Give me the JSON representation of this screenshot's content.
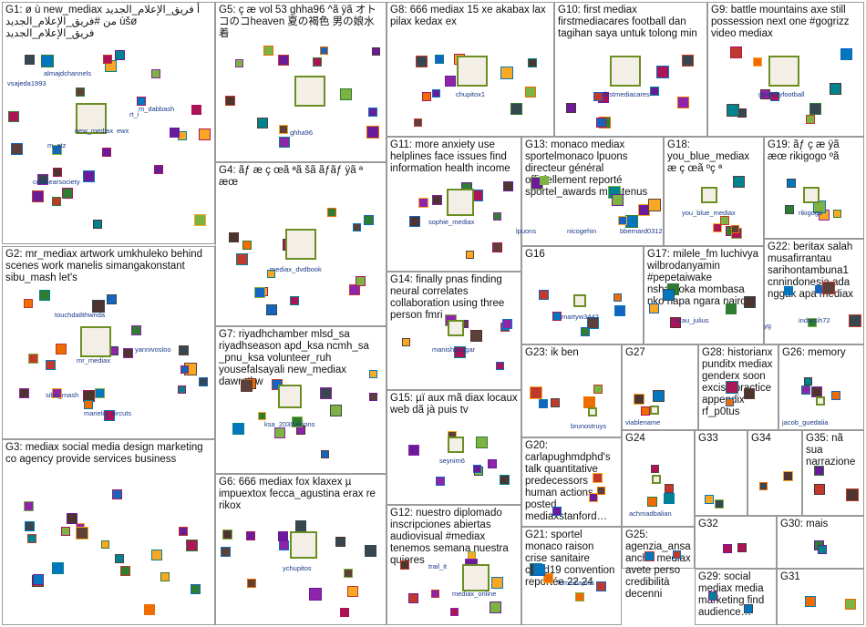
{
  "groups": [
    {
      "id": "G1",
      "title": "G1: ø ù new_mediax أ فريق_الإعلام_الجديد ‏من #فريق_الإعلام_الجديد ùšø فريق_الإعلام_الجديد",
      "labels": [
        "vsajeda1993",
        "almajdchannels",
        "new_mediax",
        "m_dabbash",
        "cochlearsociety",
        "m_atz",
        "ewx",
        "rt_i"
      ]
    },
    {
      "id": "G2",
      "title": "G2: mr_mediax artwork umkhuleko behind scenes work manelis simangakonstant sibu_mash let's",
      "labels": [
        "touchda8thwnda",
        "yannivosloo",
        "mr_mediax",
        "sibu_mash",
        "manelis_aircuts"
      ]
    },
    {
      "id": "G3",
      "title": "G3: mediax social media design marketing co agency provide services business",
      "labels": []
    },
    {
      "id": "G4",
      "title": "G4: ãƒ æ ç œã ªã šã ãƒãƒ ÿã ª æœ",
      "labels": [
        "mediax_dvdbook"
      ]
    },
    {
      "id": "G5",
      "title": "G5: ç æ vol 53 ghha96 ^ã ÿã オトコのコheaven 夏の褐色 男の娘水着",
      "labels": [
        "ghha96"
      ]
    },
    {
      "id": "G6",
      "title": "G6: 666 mediax fox klaxex µ impuextox fecca_agustina erax re rikox",
      "labels": [
        "ychupitos"
      ]
    },
    {
      "id": "G7",
      "title": "G7: riyadhchamber mlsd_sa riyadhseason apd_ksa ncmh_sa _pnu_ksa volunteer_ruh yousefalsayali new_mediax dawratkw",
      "labels": [
        "ksa_2030visions"
      ]
    },
    {
      "id": "G8",
      "title": "G8: 666 mediax 15 xe akabax lax pilax kedax ex",
      "labels": [
        "chupitox1"
      ]
    },
    {
      "id": "G9",
      "title": "G9: battle mountains axe still possession next one #gogrizz video mediax",
      "labels": [
        "gorockyfootball"
      ]
    },
    {
      "id": "G10",
      "title": "G10: first mediax firstmediacares football dan tagihan saya untuk tolong min",
      "labels": [
        "firstmediacares"
      ]
    },
    {
      "id": "G11",
      "title": "G11: more anxiety use helplines face issues find information health income",
      "labels": [
        "sophie_mediax"
      ]
    },
    {
      "id": "G12",
      "title": "G12: nuestro diplomado inscripciones abiertas audiovisual #mediax tenemos semana nuestra quieres",
      "labels": [
        "mediax_online",
        "trail_it"
      ]
    },
    {
      "id": "G13",
      "title": "G13: monaco mediax sportelmonaco lpuons directeur général officiellement reporté sportel_awards maintenus",
      "labels": [
        "lpuons",
        "nicogehin",
        "bbernard0312"
      ]
    },
    {
      "id": "G14",
      "title": "G14: finally pnas finding neural correlates collaboration using three person fmri",
      "labels": [
        "manishsaggar"
      ]
    },
    {
      "id": "G15",
      "title": "G15: µï aux mã diax locaux web dã jà puis tv",
      "labels": [
        "seynim6"
      ]
    },
    {
      "id": "G16",
      "title": "G16",
      "labels": [
        "martyw3442"
      ]
    },
    {
      "id": "G17",
      "title": "G17: milele_fm luchivya wilbrodanyamin #pepetaiwake nshaatoka mombasa nko hapa ngara nairobi",
      "labels": [
        "nzau_julius"
      ]
    },
    {
      "id": "G18",
      "title": "G18: you_blue_mediax æ ç œã ºç ª",
      "labels": [
        "you_blue_mediax"
      ]
    },
    {
      "id": "G19",
      "title": "G19: ãƒ ç æ ÿã æœ rikigogo ºã",
      "labels": [
        "rikigogo"
      ]
    },
    {
      "id": "G20",
      "title": "G20: carlapughmdphd's talk quantitative predecessors human actions posted mediaxstanford…",
      "labels": []
    },
    {
      "id": "G21",
      "title": "G21: sportel monaco raison crise sanitaire covid19 convention reportée 22 24",
      "labels": [
        "lemediaplus"
      ]
    },
    {
      "id": "G22",
      "title": "G22: beritax salah musafirrantau sarihontambuna1 cnnindonesia ada nggak apa mediax",
      "labels": [
        "indarsih72",
        "yg"
      ]
    },
    {
      "id": "G23",
      "title": "G23: ik ben",
      "labels": [
        "brunostruys"
      ]
    },
    {
      "id": "G24",
      "title": "G24",
      "labels": [
        "achmadbalian"
      ]
    },
    {
      "id": "G25",
      "title": "G25: agenzia_ansa anche mediax avete perso credibilità decenni",
      "labels": []
    },
    {
      "id": "G26",
      "title": "G26: memory",
      "labels": [
        "jacob_guedalia"
      ]
    },
    {
      "id": "G27",
      "title": "G27",
      "labels": [
        "viablename"
      ]
    },
    {
      "id": "G28",
      "title": "G28: historianx punditx mediax genderx soon excise practice appendix rf_p0tus",
      "labels": []
    },
    {
      "id": "G29",
      "title": "G29: social mediax media marketing find audience…",
      "labels": []
    },
    {
      "id": "G30",
      "title": "G30: mais",
      "labels": []
    },
    {
      "id": "G31",
      "title": "G31",
      "labels": []
    },
    {
      "id": "G32",
      "title": "G32",
      "labels": []
    },
    {
      "id": "G33",
      "title": "G33",
      "labels": []
    },
    {
      "id": "G34",
      "title": "G34",
      "labels": []
    },
    {
      "id": "G35",
      "title": "G35: nã sua narrazione",
      "labels": []
    }
  ]
}
